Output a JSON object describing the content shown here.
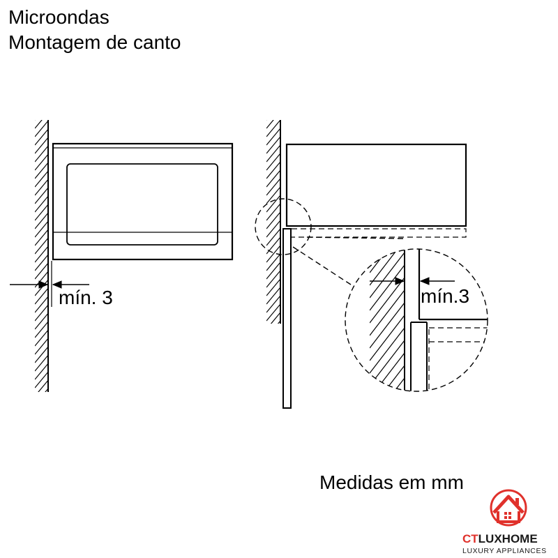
{
  "title": {
    "line1": "Microondas",
    "line2": "Montagem de canto"
  },
  "labels": {
    "min_left": "mín. 3",
    "min_right": "mín.3",
    "units": "Medidas em mm"
  },
  "logo": {
    "brand_prefix": "CT",
    "brand_main": "LUXHOME",
    "tagline": "LUXURY APPLIANCES",
    "accent_color": "#e0312b",
    "dark_color": "#1a1a1a"
  },
  "colors": {
    "line": "#000000",
    "background": "#ffffff"
  }
}
